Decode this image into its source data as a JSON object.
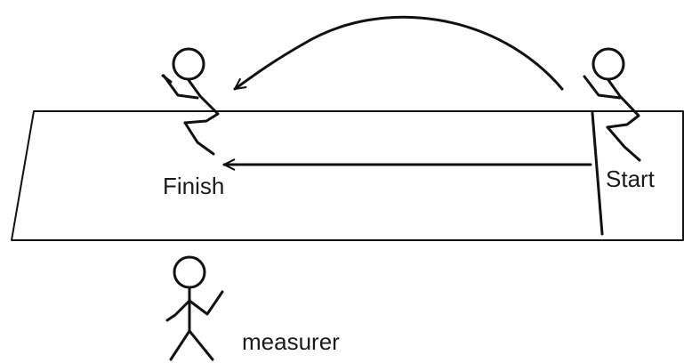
{
  "labels": {
    "finish": "Finish",
    "start": "Start",
    "measurer": "measurer"
  },
  "colors": {
    "ink": "#111111",
    "background": "#ffffff"
  }
}
